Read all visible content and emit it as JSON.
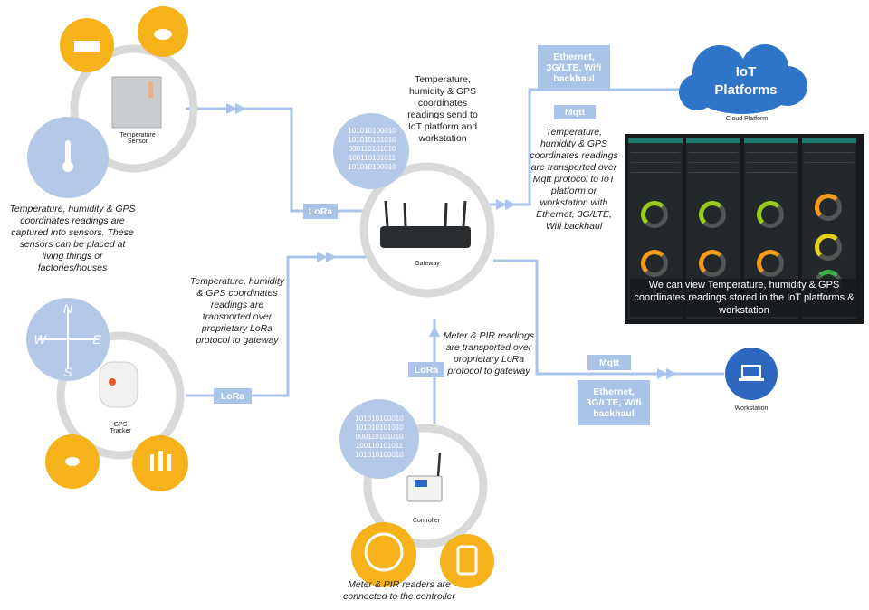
{
  "labels": {
    "temperature_sensor": "Temperature Sensor",
    "gps_tracker": "GPS Tracker",
    "gateway": "Gateway",
    "controller": "Controller",
    "cloud_platform": "Cloud Platform",
    "workstation": "Workstation",
    "iot_platforms_line1": "IoT",
    "iot_platforms_line2": "Platforms"
  },
  "tags": {
    "lora_sensor": "LoRa",
    "lora_tracker": "LoRa",
    "lora_controller": "LoRa",
    "backhaul_top": "Ethernet, 3G/LTE, Wifi backhaul",
    "mqtt_top": "Mqtt",
    "mqtt_bottom": "Mqtt",
    "backhaul_bottom": "Ethernet, 3G/LTE, Wifi backhaul"
  },
  "notes": {
    "sensors": "Temperature, humidity & GPS coordinates readings are captured into sensors. These sensors can be placed at living things or factories/houses",
    "tracker_to_gateway": "Temperature, humidity & GPS coordinates readings are transported over proprietary LoRa protocol to gateway",
    "gateway_to_cloud": "Temperature, humidity & GPS coordinates readings send to IoT platform and workstation",
    "mqtt_transport": "Temperature, humidity & GPS coordinates readings are transported over Mqtt protocol to IoT platform or workstation with Ethernet, 3G/LTE, Wifi backhaul",
    "meter_pir": "Meter & PIR readings are transported over proprietary LoRa protocol to gateway",
    "controller": "Meter & PIR readers are connected to the controller",
    "dashboard": "We can view Temperature, humidity & GPS coordinates readings stored in the IoT platforms & workstation"
  },
  "binary": {
    "gateway_lines": [
      "101010100010",
      "101010101010",
      "000110101010",
      "100110101011",
      "101010100010"
    ],
    "controller_lines": [
      "101010100010",
      "101010101010",
      "000110101010",
      "100110101011",
      "101010100010"
    ]
  },
  "compass": {
    "n": "N",
    "s": "S",
    "e": "E",
    "w": "W"
  },
  "colors": {
    "link": "#a9c4e8",
    "ring": "#d9d9d9",
    "orange": "#f5b21b",
    "light_blue_circle": "#b4c8e8",
    "cloud": "#2e74c9",
    "workstation": "#2e67c0",
    "dashboard_bg": "#161a1c"
  },
  "icons": [
    "factory-icon",
    "animal-icon",
    "thermometer-icon",
    "cat-icon",
    "people-icon",
    "meter-icon",
    "pir-sensor-icon",
    "laptop-icon",
    "router-icon",
    "controller-device-icon"
  ]
}
